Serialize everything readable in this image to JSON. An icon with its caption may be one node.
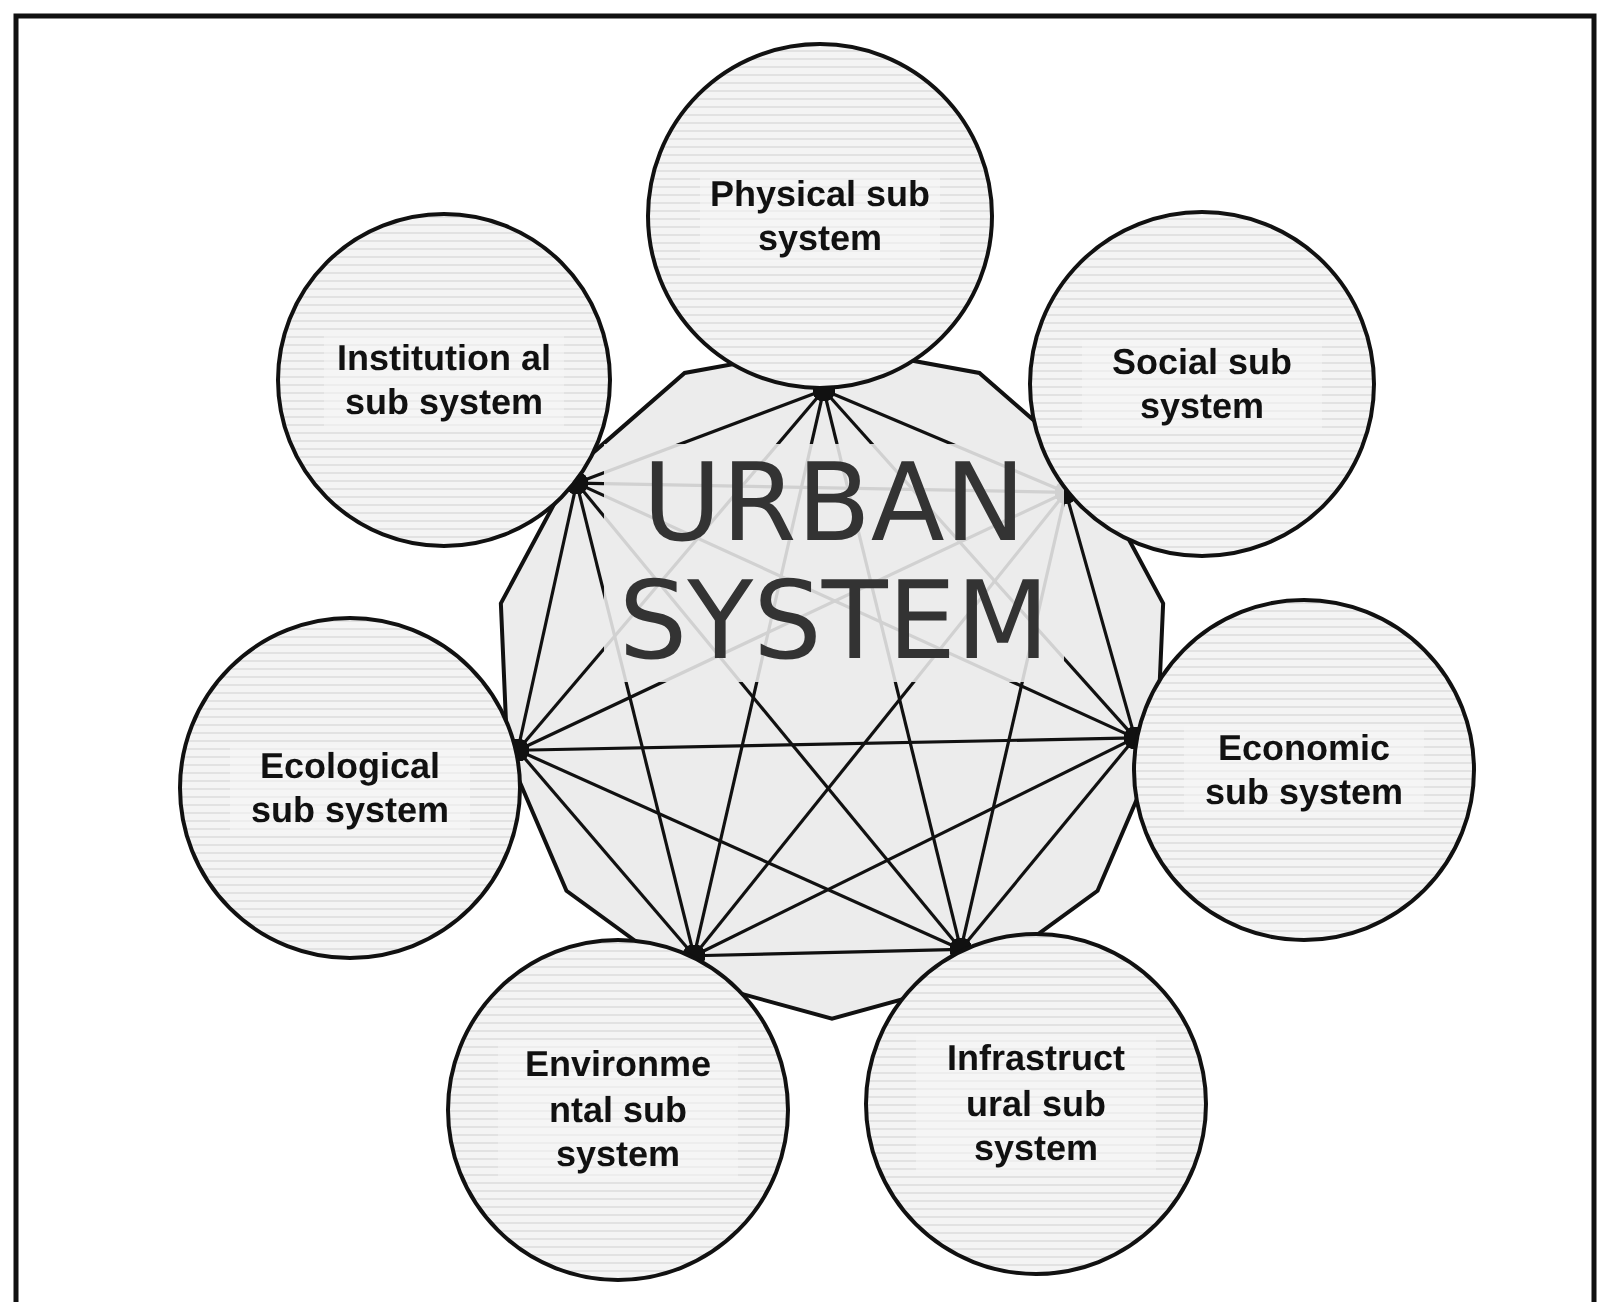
{
  "diagram": {
    "nodes": [
      {
        "text": [
          "Physical sub system"
        ]
      },
      {
        "text": [
          "Social sub system"
        ]
      },
      {
        "text": [
          "Economic sub system"
        ]
      },
      {
        "text": [
          "Infrastruct ural sub system"
        ]
      },
      {
        "text": [
          "Environme ntal sub system"
        ]
      },
      {
        "text": [
          "Ecological sub system"
        ]
      },
      {
        "text": [
          "Institution al sub system"
        ]
      }
    ],
    "edges": [
      {
        "from": 0,
        "to": 1,
        "arrow": "other"
      },
      {
        "from": 0,
        "to": 2,
        "arrow": "other"
      },
      {
        "from": 0,
        "to": 3,
        "arrow": "other"
      },
      {
        "from": 0,
        "to": 4,
        "arrow": "other"
      },
      {
        "from": 0,
        "to": 5,
        "arrow": "other"
      },
      {
        "from": 0,
        "to": 6,
        "arrow": "other"
      },
      {
        "from": 1,
        "to": 2,
        "arrow": "other"
      },
      {
        "from": 1,
        "to": 3,
        "arrow": "other"
      },
      {
        "from": 1,
        "to": 4,
        "arrow": "other"
      },
      {
        "from": 1,
        "to": 5,
        "arrow": "other"
      },
      {
        "from": 1,
        "to": 6,
        "arrow": "other"
      },
      {
        "from": 2,
        "to": 3,
        "arrow": "other"
      },
      {
        "from": 2,
        "to": 4,
        "arrow": "other"
      },
      {
        "from": 2,
        "to": 5,
        "arrow": "other"
      },
      {
        "from": 2,
        "to": 6,
        "arrow": "other"
      },
      {
        "from": 3,
        "to": 4,
        "arrow": "other"
      },
      {
        "from": 3,
        "to": 5,
        "arrow": "other"
      },
      {
        "from": 3,
        "to": 6,
        "arrow": "other"
      },
      {
        "from": 4,
        "to": 5,
        "arrow": "other"
      },
      {
        "from": 4,
        "to": 6,
        "arrow": "other"
      },
      {
        "from": 5,
        "to": 6,
        "arrow": "other"
      }
    ],
    "labels": [
      "URBAN SYSTEM"
    ]
  }
}
